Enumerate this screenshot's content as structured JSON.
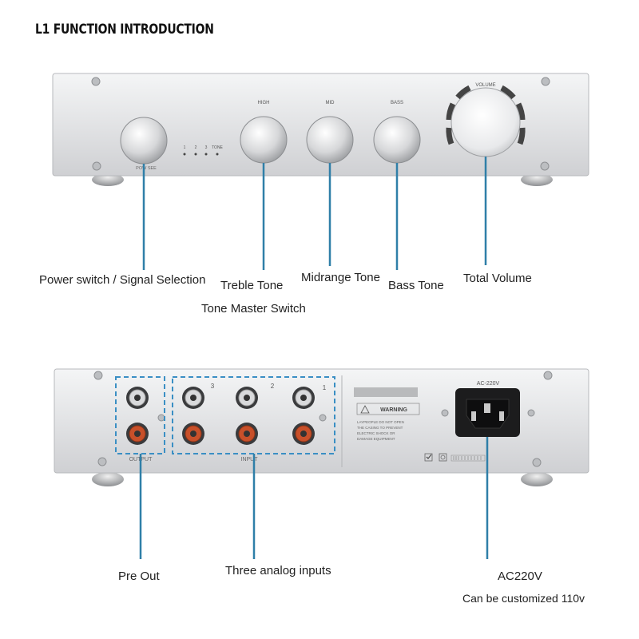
{
  "title": "L1 FUNCTION INTRODUCTION",
  "front_panel": {
    "knob_labels": {
      "high": "HIGH",
      "mid": "MID",
      "bass": "BASS",
      "volume": "VOLUME",
      "power": "POW SEE"
    },
    "indicator_labels": [
      "1",
      "2",
      "3",
      "TONE"
    ]
  },
  "rear_panel": {
    "output_label": "OUTPUT",
    "input_label": "INPUT",
    "input_numbers": [
      "3",
      "2",
      "1"
    ],
    "power_label": "AC-220V",
    "warning_title": "WARNING",
    "warning_text": [
      "LAYPEOPLE DO NOT OPEN",
      "THE CASING TO PREVENT",
      "ELECTRIC SHOCK OR",
      "DAMAGE EQUIPMENT"
    ]
  },
  "callouts": {
    "power_switch": "Power switch / Signal Selection",
    "treble": "Treble Tone",
    "tone_master": "Tone Master Switch",
    "midrange": "Midrange Tone",
    "bass": "Bass Tone",
    "volume": "Total Volume",
    "pre_out": "Pre  Out",
    "inputs": "Three analog inputs",
    "ac": "AC220V",
    "custom": "Can be customized 110v"
  },
  "colors": {
    "callout_line": "#2f7fa8",
    "dashed_box": "#3a8fc4",
    "rca_red": "#c8502a",
    "rca_white": "#e8e8e8",
    "panel": "#e4e5e7"
  }
}
